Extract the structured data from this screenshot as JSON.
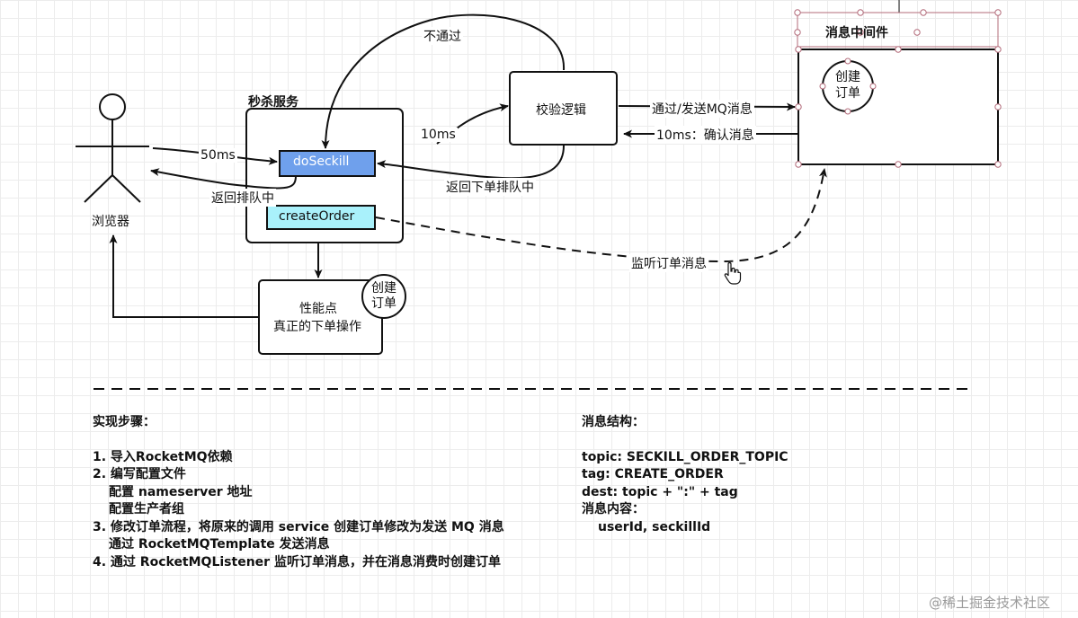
{
  "diagram": {
    "actor_label": "浏览器",
    "service_title": "秒杀服务",
    "do_seckill": "doSeckill",
    "create_order": "createOrder",
    "validation_box": "校验逻辑",
    "perf_box_line1": "性能点",
    "perf_box_line2": "真正的下单操作",
    "create_order_circle": "创建\n订单",
    "mq_title": "消息中间件",
    "mq_circle": "创建\n订单",
    "edges": {
      "ms50": "50ms",
      "return_queue": "返回排队中",
      "not_pass": "不通过",
      "ms10": "10ms",
      "return_order_queue": "返回下单排队中",
      "pass_send_mq": "通过/发送MQ消息",
      "ack": "10ms：确认消息",
      "listen": "监听订单消息"
    },
    "colors": {
      "do_seckill_fill": "#6fa0ec",
      "create_order_fill": "#a9f1fb",
      "selection_handle": "#b36b7a"
    }
  },
  "steps": {
    "title": "实现步骤：",
    "items": [
      "1. 导入RocketMQ依赖",
      "2. 编写配置文件",
      "配置 nameserver 地址",
      "配置生产者组",
      "3. 修改订单流程，将原来的调用 service 创建订单修改为发送 MQ 消息",
      "通过 RocketMQTemplate 发送消息",
      "4. 通过 RocketMQListener 监听订单消息，并在消息消费时创建订单"
    ]
  },
  "message": {
    "title": "消息结构：",
    "topic": "topic: SECKILL_ORDER_TOPIC",
    "tag": "tag: CREATE_ORDER",
    "dest": "dest: topic + \":\" + tag",
    "content_title": "消息内容：",
    "fields": "userId, seckillId"
  },
  "watermark": "@稀土掘金技术社区"
}
